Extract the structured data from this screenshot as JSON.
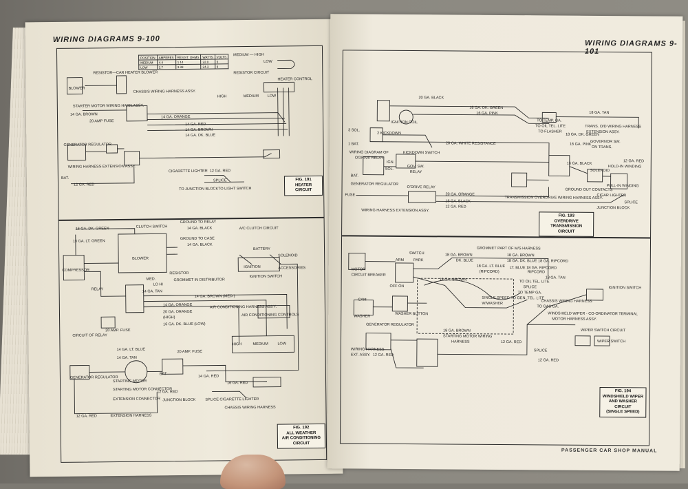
{
  "left_page": {
    "header": "WIRING DIAGRAMS 9-100"
  },
  "right_page": {
    "header": "WIRING DIAGRAMS 9-101",
    "footer": "PASSENGER CAR SHOP MANUAL"
  },
  "fig191": {
    "number": "FIG. 191",
    "title": "HEATER CIRCUIT",
    "table": {
      "h0": "POSITION",
      "h1": "AMPERES",
      "h2": "RESIST. OHMS",
      "h3": "WATTS",
      "h4": "VOLTS",
      "r0c0": "MEDIUM",
      "r0c1": "4.4",
      "r0c2": "1.14",
      "r0c3": "22.0",
      "r0c4": "5",
      "r1c0": "LOW",
      "r1c1": "2.7",
      "r1c2": "3.33",
      "r1c3": "24.3",
      "r1c4": "9"
    },
    "labels": {
      "medium_high": "MEDIUM — HIGH",
      "low": "LOW",
      "resistor_circuit": "RESISTOR CIRCUIT",
      "heater_control": "HEATER CONTROL",
      "resistor_car_heater_blower": "RESISTOR—CAR HEATER BLOWER",
      "blower": "BLOWER",
      "chassis_wiring_harness": "CHASSIS WIRING HARNESS ASSY.",
      "high": "HIGH",
      "medium": "MEDIUM",
      "low_ctrl": "LOW",
      "starter_motor_wiring": "STARTER MOTOR WIRING HARN.ASSY.",
      "ga14_brown": "14 GA. BROWN",
      "amp20_fuse": "20 AMP FUSE",
      "ga14_orange": "14 GA. ORANGE",
      "ga14_red": "14 GA. RED",
      "ga14_brown_b": "14 GA. BROWN",
      "ga14_dk_blue": "14 GA. DK. BLUE",
      "generator_regulator": "GENERATOR REGULATOR",
      "wiring_harness_ext": "WIRING HARNESS EXTENSION ASSY.",
      "bat": "BAT.",
      "ga12_red": "12 GA. RED",
      "cigarette_lighter": "CIGARETTE LIGHTER",
      "splice": "SPLICE",
      "to_junction_block": "TO JUNCTION BLOCK",
      "to_light_switch": "TO LIGHT SWITCH"
    }
  },
  "fig192": {
    "number": "FIG. 192",
    "title1": "ALL WEATHER",
    "title2": "AIR CONDITIONING CIRCUIT",
    "labels": {
      "ga16_dk_green": "16 GA. DK. GREEN",
      "clutch_switch": "CLUTCH SWITCH",
      "ground_to_relay": "GROUND TO RELAY",
      "ga14_black": "14 GA. BLACK",
      "ground_to_case": "GROUND TO CASE",
      "ac_clutch_circuit": "A/C CLUTCH CIRCUIT",
      "ga16_lt_green": "16 GA. LT. GREEN",
      "battery": "BATTERY",
      "solenoid": "SOLENOID",
      "blower": "BLOWER",
      "compressor": "COMPRESSOR",
      "ignition": "IGNITION",
      "accessories": "ACCESSORIES",
      "ignition_switch": "IGNITION SWITCH",
      "resistor": "RESISTOR",
      "med": "MED.",
      "grommet_in_distributor": "GROMMET IN DISTRIBUTOR",
      "lo_hi": "LO HI",
      "relay": "RELAY",
      "ga14_tan": "14 GA. TAN",
      "ga14_brown_med": "14 GA. BROWN (MED.)",
      "ga14_orange": "14 GA. ORANGE",
      "ac_harness": "AIR CONDITIONING HARNESS ASS'Y.",
      "ga20_orange": "20 GA. ORANGE",
      "high_paren": "(HIGH)",
      "ac_controls": "AIR CONDITIONING CONTROLS",
      "ga16_dk_blue_low": "16 GA. DK. BLUE (LOW)",
      "circuit_of_relay": "CIRCUIT OF RELAY",
      "amp20_fuse": "20 AMP. FUSE",
      "high": "HIGH",
      "medium": "MEDIUM",
      "low": "LOW",
      "ga14_lt_blue": "14 GA. LT. BLUE",
      "starting_motor": "STARTING MOTOR",
      "bat": "BAT",
      "generator_regulator": "GENERATOR REGULATOR",
      "ga14_red": "14 GA. RED",
      "ga16_red": "16 GA. RED",
      "starting_motor_connector": "STARTING MOTOR CONNECTOR",
      "ga12_red": "12 GA. RED",
      "extension_connector": "EXTENSION CONNECTOR",
      "junction_block": "JUNCTION BLOCK",
      "splice_cigarette_lighter": "SPLICE  CIGARETTE LIGHTER",
      "extension_harness": "EXTENSION HARNESS",
      "chassis_wiring_harness": "CHASSIS WIRING HARNESS"
    }
  },
  "fig193": {
    "number": "FIG. 193",
    "title1": "OVERDRIVE TRANSMISSION",
    "title2": "CIRCUIT",
    "labels": {
      "ga20_black": "20 GA. BLACK",
      "ga16_dk_green": "16 GA. DK. GREEN",
      "ga16_pink": "16 GA. PINK",
      "ga18_tan": "18 GA. TAN",
      "ignition_coil": "IGNITION COIL",
      "to_temp_ga": "TO TEMP. GA.",
      "to_oil_tel": "TO OIL TEL. LITE",
      "to_flasher": "TO FLASHER",
      "ga18_dk_green": "18 GA. DK. GREEN",
      "sol3": "3 SOL.",
      "kickdown2": "2 KICKDOWN",
      "trans_od_wiring": "TRANS. O/D WIRING HARNESS",
      "extension_assy": "EXTENSION ASSY.",
      "bat1": "1 BAT.",
      "ga20_white_resistance": "20 GA. WHITE RESISTANCE",
      "governor_sw": "GOVERNOR SW.",
      "on_trans": "ON TRANS.",
      "wiring_diagram_od": "WIRING DIAGRAM OF",
      "od_relay": "O'DRIVE RELAY",
      "kickdown_switch": "KICKDOWN SWITCH",
      "gov_sw": "GOV. SW.",
      "relay": "RELAY",
      "ign": "IGN.",
      "sol": "SOL.",
      "ga16_black": "16 GA. BLACK",
      "solenoid": "SOLENOID",
      "hold_in_winding": "HOLD-IN WINDING",
      "ga12_red": "12 GA. RED",
      "bat": "BAT.",
      "generator_regulator": "GENERATOR REGULATOR",
      "od_relay_short": "O'DRIVE RELAY",
      "pull_in_winding": "PULL-IN WINDING",
      "ground_out_contacts": "GROUND OUT CONTACTS",
      "cigar_lighter": "CIGAR LIGHTER",
      "fuse": "FUSE",
      "ga20_orange": "20 GA. ORANGE",
      "trans_od_harness": "TRANSMISSION OVERDRIVE WIRING HARNESS ASSY.",
      "splice": "SPLICE",
      "junction_block": "JUNCTION BLOCK",
      "wiring_harness_ext": "WIRING HARNESS EXTENSION ASSY."
    }
  },
  "fig194": {
    "number": "FIG. 194",
    "title1": "WINDSHIELD WIPER",
    "title2": "AND WASHER CIRCUIT",
    "title3": "(SINGLE SPEED)",
    "labels": {
      "grommet_part": "GROMMET PART OF M/S HARNESS",
      "switch": "SWITCH",
      "ga18_brown": "18 GA. BROWN",
      "dk_blue": "DK. BLUE",
      "ga18_dk_blue_ripcord": "18 GA. DK. BLUE 18 GA. RIPCORD",
      "arm": "ARM",
      "park": "PARK",
      "ga18_lt_blue": "18 GA. LT. BLUE",
      "lt_blue_ripcord": "LT. BLUE 18 GA. RIPCORD",
      "ripcord": "(RIPCORD)",
      "ripcord_paren": "RIPCORD",
      "motor": "MOTOR",
      "circuit_breaker": "CIRCUIT BREAKER",
      "ga18_tan": "18 GA. TAN",
      "to_oil_tel": "TO OIL TEL. LITE",
      "off_on": "OFF ON",
      "splice": "SPLICE",
      "to_temp_ga": "TO TEMP GA.",
      "to_gen_tel_lite": "TO GEN. TEL. LITE",
      "ignition_switch": "IGNITION SWITCH",
      "single_speed": "SINGLE SPEED",
      "w_washer": "W/WASHER",
      "chassis_wiring_harness": "CHASSIS WIRING HARNESS",
      "to_gas_ga": "TO GAS GA.",
      "cam": "CAM",
      "ww_coordinator": "WINDSHIELD WIPER - CO-ORDINATOR TERMINAL",
      "motor_harness": "MOTOR HARNESS ASSY.",
      "washer_button": "WASHER BUTTON",
      "washer": "WASHER",
      "wiper_switch_circuit": "WIPER SWITCH CIRCUIT",
      "generator_regulator": "GENERATOR REGULATOR",
      "starting_motor_wiring": "STARTING MOTOR WIRING",
      "harness": "HARNESS",
      "ga12_red": "12 GA. RED",
      "wiper_switch": "WIPER SWITCH",
      "wiring_harness": "WIRING HARNESS",
      "ext_assy": "EXT. ASSY."
    }
  }
}
